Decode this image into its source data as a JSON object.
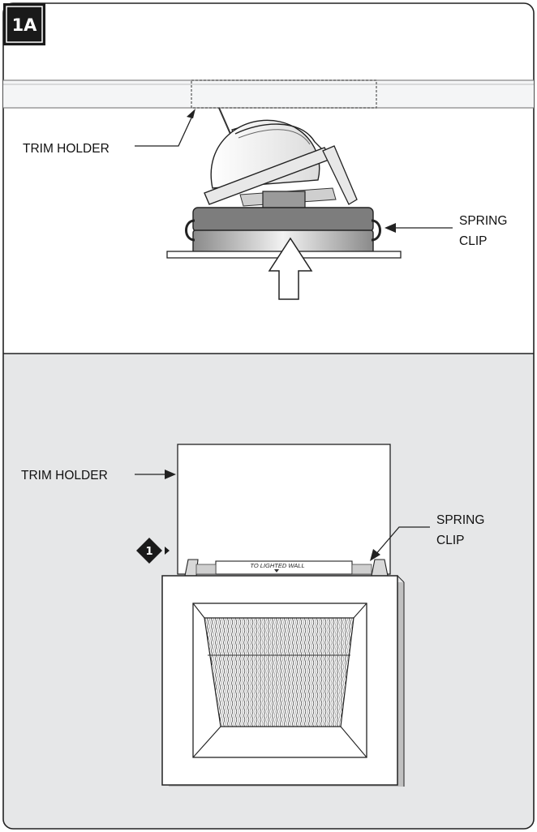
{
  "figure": {
    "badge": "1A",
    "top_panel": {
      "label_trim_holder": "TRIM HOLDER",
      "label_spring_clip": [
        "SPRING",
        "CLIP"
      ]
    },
    "bottom_panel": {
      "label_trim_holder": "TRIM HOLDER",
      "label_spring_clip": [
        "SPRING",
        "CLIP"
      ],
      "step_number": "1",
      "trim_text": "TO LIGHTED WALL"
    },
    "colors": {
      "outline": "#222222",
      "badge": "#1a1a1a",
      "bottom_bg": "#e6e7e8",
      "ceiling_fill": "#f4f5f6",
      "dark_gray": "#7d7d7d",
      "mid_gray": "#a8a8a8"
    }
  }
}
